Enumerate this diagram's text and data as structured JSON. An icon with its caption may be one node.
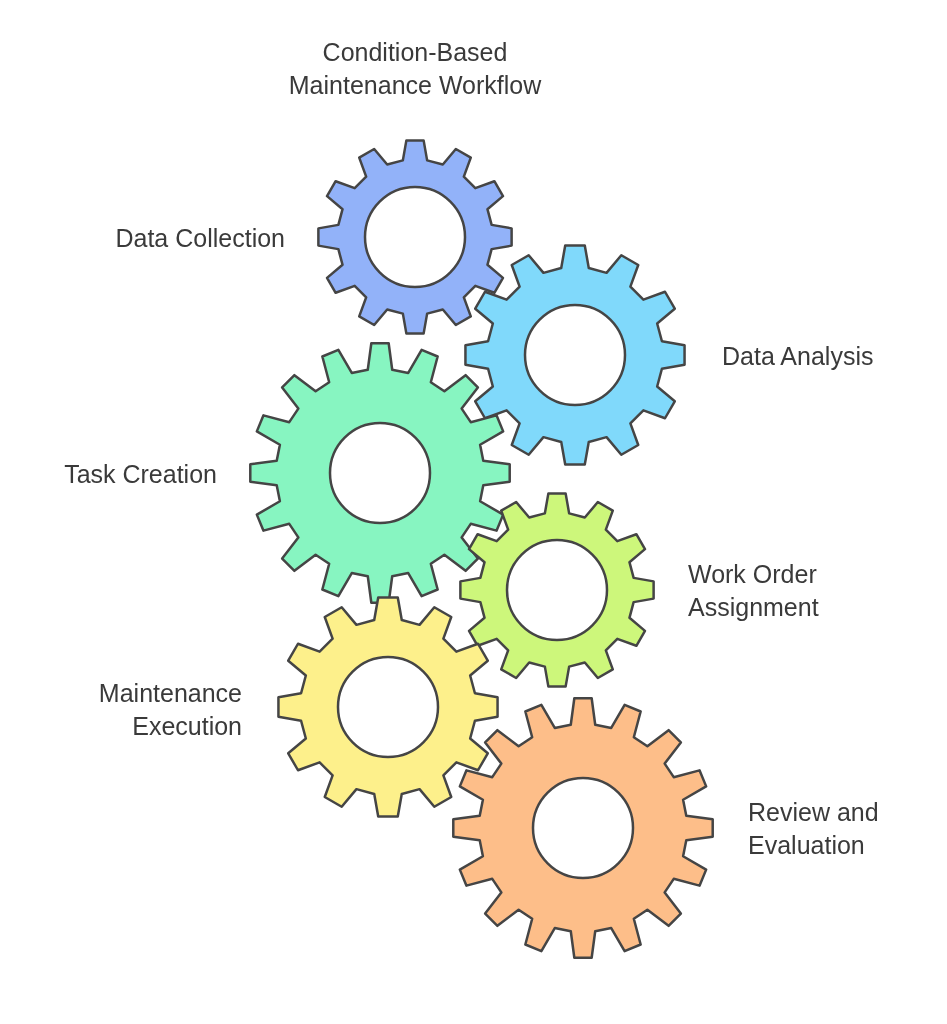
{
  "diagram": {
    "title": "Condition-Based Maintenance Workflow",
    "nodes": [
      {
        "text": [],
        "shape": "gear",
        "beside": [
          "Data Collection"
        ]
      },
      {
        "text": [],
        "shape": "gear",
        "beside": [
          "Data Analysis"
        ]
      },
      {
        "text": [],
        "shape": "gear",
        "beside": [
          "Task Creation"
        ]
      },
      {
        "text": [],
        "shape": "gear",
        "beside": [
          "Work Order Assignment"
        ]
      },
      {
        "text": [],
        "shape": "gear",
        "beside": [
          "Maintenance Execution"
        ]
      },
      {
        "text": [],
        "shape": "gear",
        "beside": [
          "Review and Evaluation"
        ]
      }
    ]
  }
}
